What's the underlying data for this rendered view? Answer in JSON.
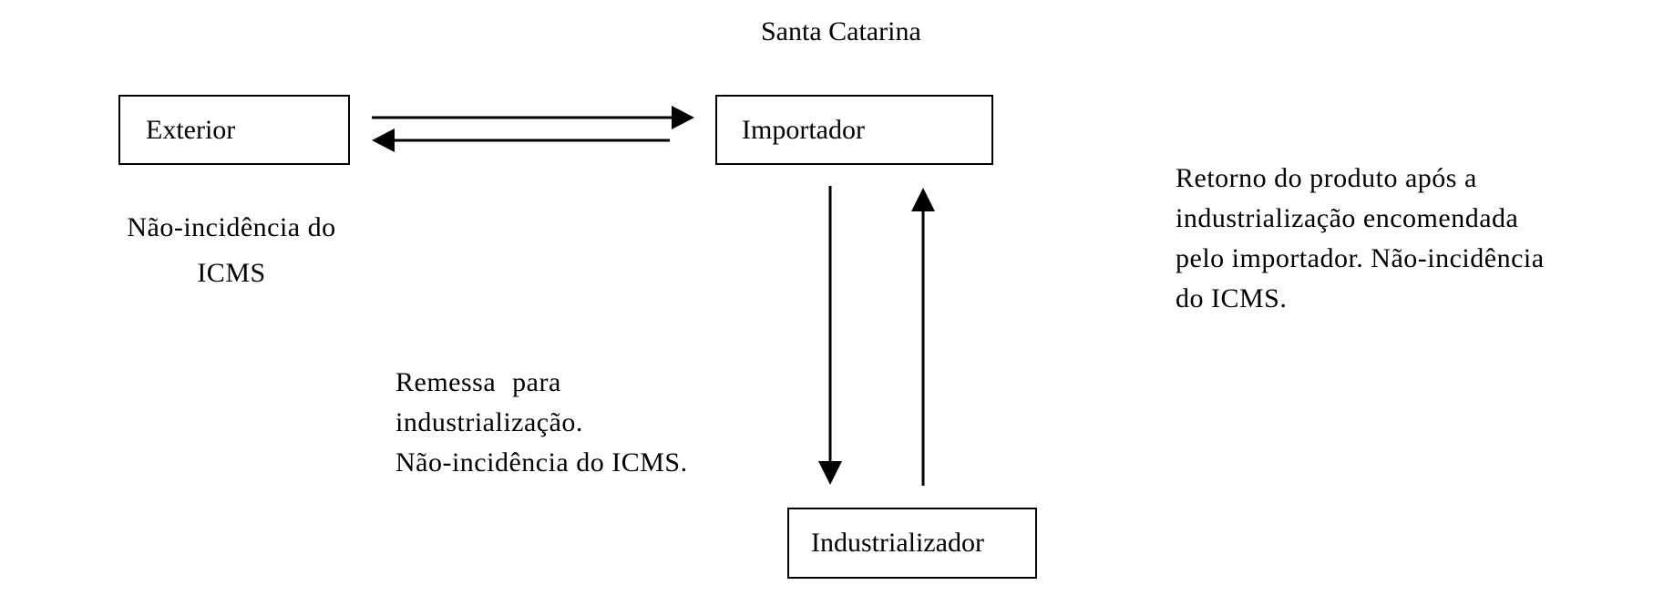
{
  "region": {
    "label": "Santa Catarina"
  },
  "nodes": {
    "exterior": "Exterior",
    "importador": "Importador",
    "industrializador": "Industrializador"
  },
  "notes": {
    "exterior_line1": "Não-incidência do",
    "exterior_line2": "ICMS",
    "remessa_line1": "Remessa para",
    "remessa_line2": "industrialização.",
    "remessa_line3": "Não-incidência do ICMS.",
    "retorno_line1": "Retorno do produto após a",
    "retorno_line2": "industrialização encomendada",
    "retorno_line3": "pelo importador. Não-incidência",
    "retorno_line4": "do ICMS."
  },
  "colors": {
    "stroke": "#000000",
    "background": "#ffffff"
  }
}
